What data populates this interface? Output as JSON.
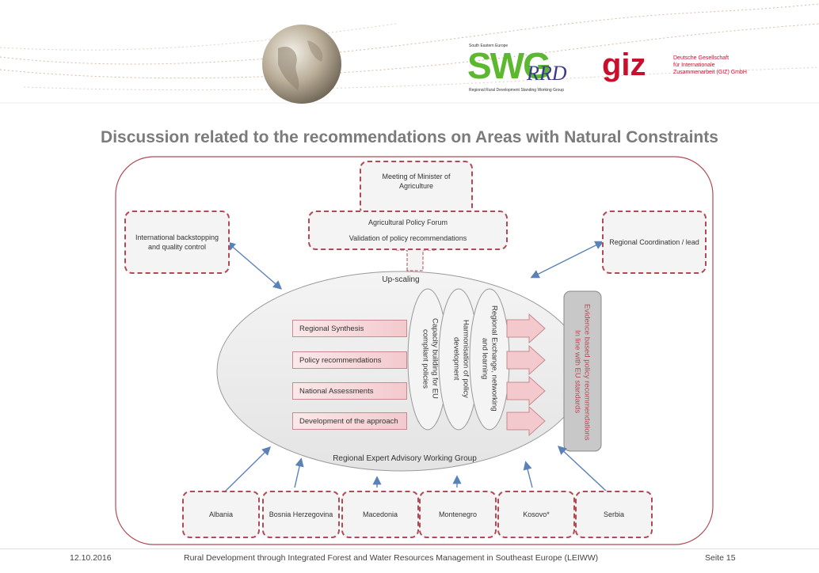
{
  "header": {
    "swg_top": "South Eastern Europe",
    "swg_logo": "SWG",
    "swg_rrd": "RRD",
    "swg_bottom": "Regional Rural Development Standing Working Group",
    "giz_logo": "giz",
    "giz_line1": "Deutsche Gesellschaft",
    "giz_line2": "für Internationale",
    "giz_line3": "Zusammenarbeit (GIZ) GmbH"
  },
  "title": "Discussion related to the recommendations on Areas with Natural Constraints",
  "diagram": {
    "minister": "Meeting of Minister of Agriculture",
    "forum_title": "Agricultural Policy Forum",
    "forum_sub": "Validation of policy recommendations",
    "intl": "International backstopping and quality control",
    "coord": "Regional Coordination / lead",
    "upscaling": "Up-scaling",
    "bars": [
      "Regional Synthesis",
      "Policy recommendations",
      "National Assessments",
      "Development of the approach"
    ],
    "ovals": [
      "Capacity building for EU compliant policies",
      "Harmonisation of policy development",
      "Regional Exchange, networking and learning"
    ],
    "evidence": "Evidence based policy recommendations In line with EU standards",
    "group": "Regional Expert Advisory Working Group",
    "countries": [
      "Albania",
      "Bosnia Herzegovina",
      "Macedonia",
      "Montenegro",
      "Kosovo*",
      "Serbia"
    ]
  },
  "footer": {
    "date": "12.10.2016",
    "text": "Rural Development through Integrated Forest and Water Resources Management in Southeast Europe (LEIWW)",
    "page": "Seite 15"
  },
  "colors": {
    "accent": "#b24a55",
    "swg_green": "#5cb82e",
    "giz_red": "#c8102e"
  }
}
